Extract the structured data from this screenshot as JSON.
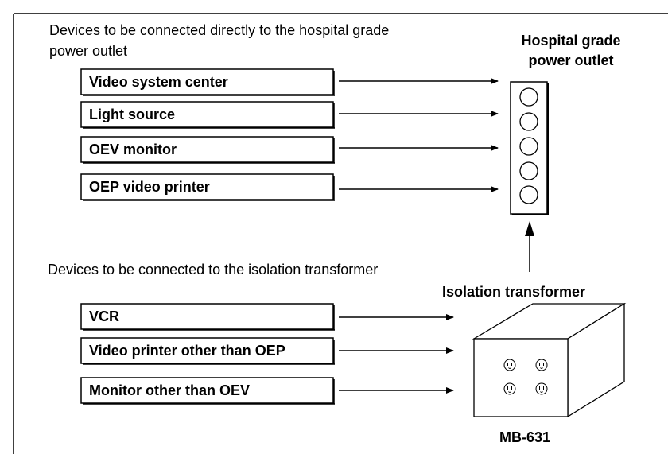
{
  "direct": {
    "heading_line1": "Devices to be connected directly to the hospital grade",
    "heading_line2": "power outlet",
    "devices": [
      "Video system center",
      "Light source",
      "OEV monitor",
      "OEP video printer"
    ],
    "outlet_title_line1": "Hospital grade",
    "outlet_title_line2": "power outlet"
  },
  "isolation": {
    "heading": "Devices to be connected to the isolation transformer",
    "devices": [
      "VCR",
      "Video printer other than OEP",
      "Monitor other than OEV"
    ],
    "transformer_title": "Isolation transformer",
    "model": "MB-631"
  }
}
